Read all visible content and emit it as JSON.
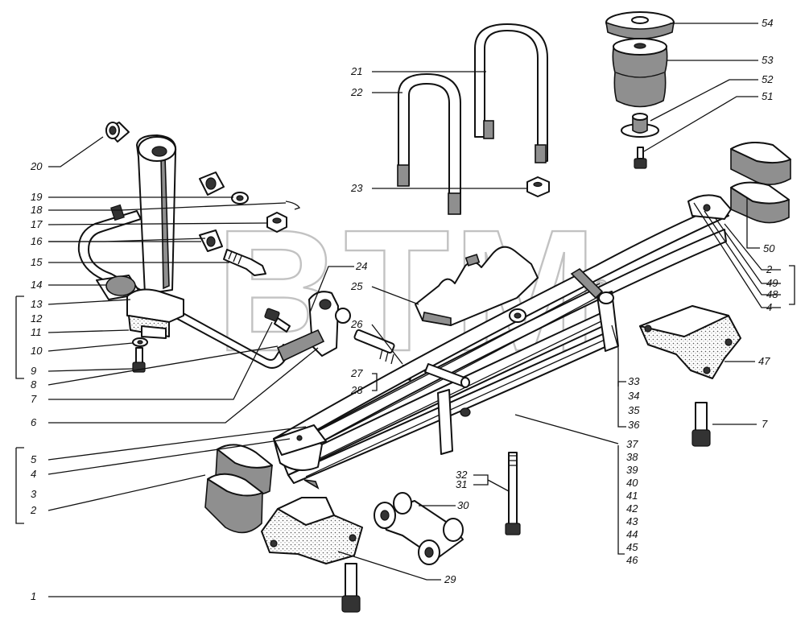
{
  "watermark": {
    "text": "BTM",
    "mark": "®"
  },
  "labels": {
    "n1": "1",
    "n2": "2",
    "n3": "3",
    "n4": "4",
    "n5": "5",
    "n6": "6",
    "n7": "7",
    "n8": "8",
    "n9": "9",
    "n10": "10",
    "n11": "11",
    "n12": "12",
    "n13": "13",
    "n14": "14",
    "n15": "15",
    "n16": "16",
    "n17": "17",
    "n18": "18",
    "n19": "19",
    "n20": "20",
    "n21": "21",
    "n22": "22",
    "n23": "23",
    "n24": "24",
    "n25": "25",
    "n26": "26",
    "n27": "27",
    "n28": "28",
    "n29": "29",
    "n30": "30",
    "n31": "31",
    "n32": "32",
    "n33": "33",
    "n34": "34",
    "n35": "35",
    "n36": "36",
    "n37": "37",
    "n38": "38",
    "n39": "39",
    "n40": "40",
    "n41": "41",
    "n42": "42",
    "n43": "43",
    "n44": "44",
    "n45": "45",
    "n46": "46",
    "n47": "47",
    "n48": "48",
    "n49": "49",
    "n50": "50",
    "n51": "51",
    "n52": "52",
    "n53": "53",
    "n54": "54"
  }
}
